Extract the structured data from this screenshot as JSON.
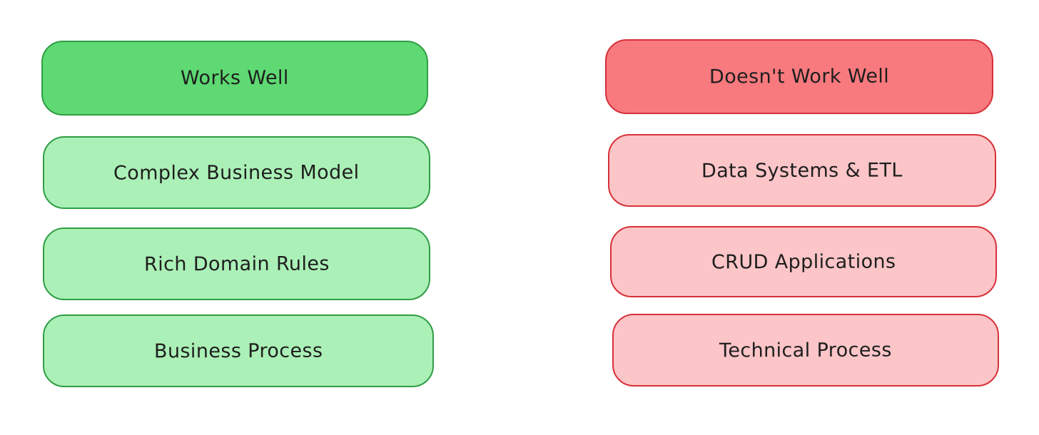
{
  "diagram": {
    "background": "#ffffff",
    "text_color": "#1e1e1e",
    "columns": [
      {
        "name": "works-well",
        "header": {
          "label": "Works Well"
        },
        "items": [
          {
            "label": "Complex Business Model"
          },
          {
            "label": "Rich Domain Rules"
          },
          {
            "label": "Business Process"
          }
        ],
        "colors": {
          "header_fill": "#5ed973",
          "item_fill": "#abf0b7",
          "stroke": "#2f9e44"
        }
      },
      {
        "name": "doesnt-work-well",
        "header": {
          "label": "Doesn't Work Well"
        },
        "items": [
          {
            "label": "Data Systems & ETL"
          },
          {
            "label": "CRUD Applications"
          },
          {
            "label": "Technical Process"
          }
        ],
        "colors": {
          "header_fill": "#f87a7e",
          "item_fill": "#fcc5c8",
          "stroke": "#d63139"
        }
      }
    ]
  }
}
